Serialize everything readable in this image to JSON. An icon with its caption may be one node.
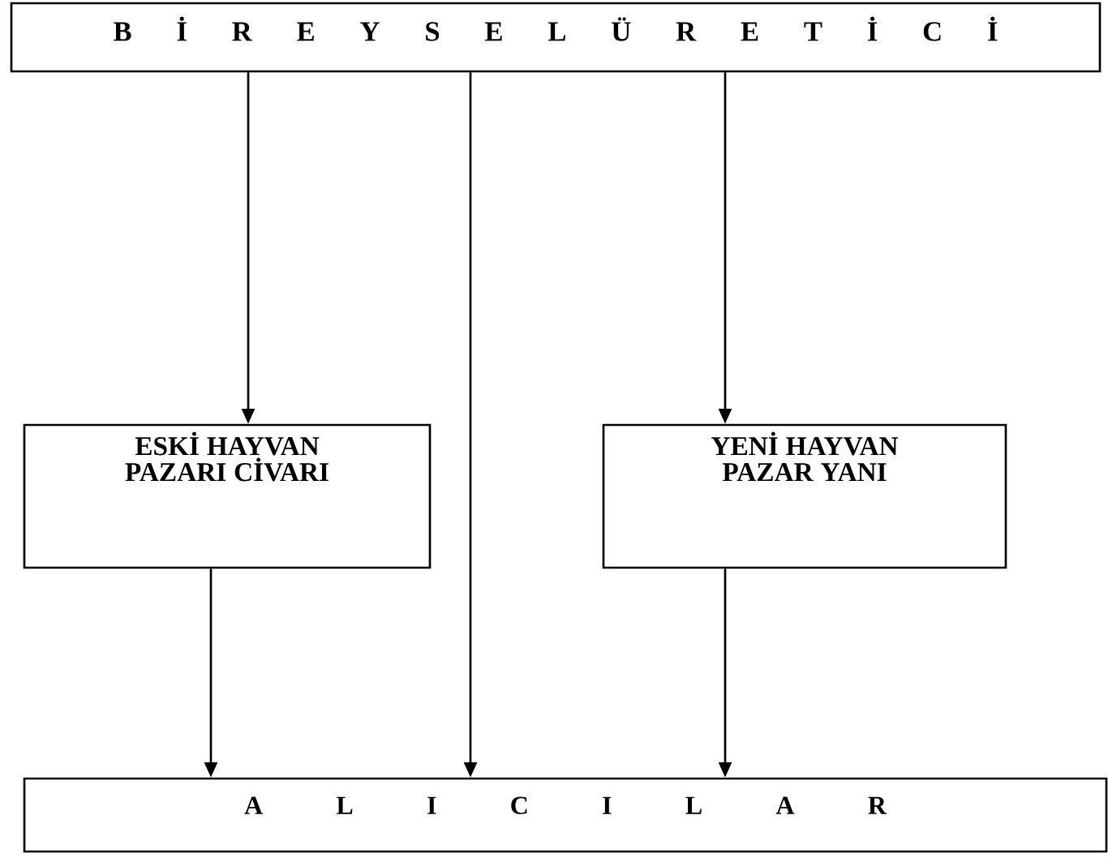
{
  "diagram": {
    "nodes": [
      {
        "text": [
          "B İ R E Y S E L Ü R E T İ C İ"
        ]
      },
      {
        "text": [
          "ESKİ HAYVAN PAZARI CİVARI"
        ]
      },
      {
        "text": [
          "YENİ HAYVAN PAZAR YANI"
        ]
      },
      {
        "text": [
          "A L I C I L A R"
        ]
      }
    ],
    "edges": [
      {
        "from": 0,
        "to": 1,
        "arrow": "to"
      },
      {
        "from": 0,
        "to": 3,
        "arrow": "to"
      },
      {
        "from": 0,
        "to": 2,
        "arrow": "to"
      },
      {
        "from": 1,
        "to": 3,
        "arrow": "to"
      },
      {
        "from": 2,
        "to": 3,
        "arrow": "to"
      }
    ]
  }
}
